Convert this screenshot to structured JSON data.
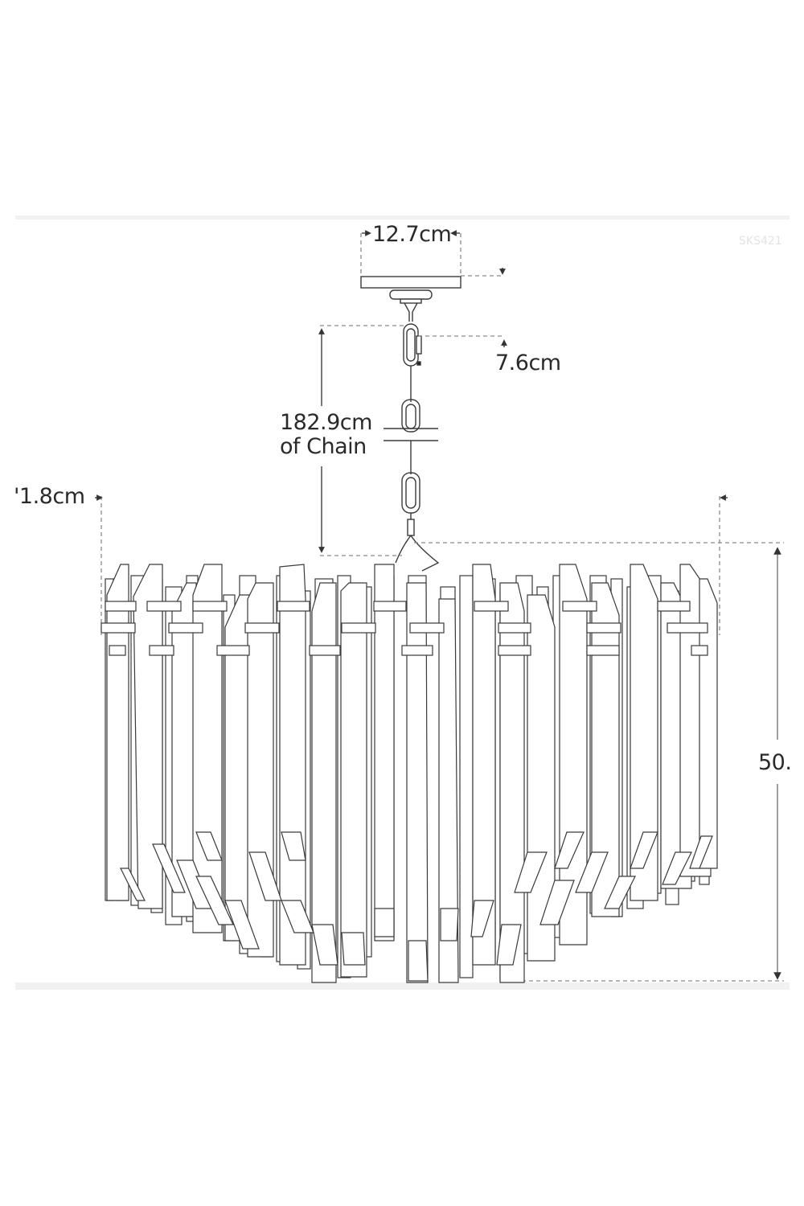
{
  "figure": {
    "type": "dimension-drawing",
    "subject": "crystal chandelier",
    "model_code": "SKS421"
  },
  "dimensions": {
    "canopy_width": "12.7cm",
    "canopy_height": "7.6cm",
    "chain_length_line1": "182.9cm",
    "chain_length_line2": "of Chain",
    "overall_width": "'1.8cm",
    "overall_height": "50."
  },
  "colors": {
    "line": "#3a3a3a",
    "dash": "#8a8a8a",
    "band": "#f1f1f1",
    "watermark": "#e3e3e3",
    "text": "#2a2a2a"
  }
}
